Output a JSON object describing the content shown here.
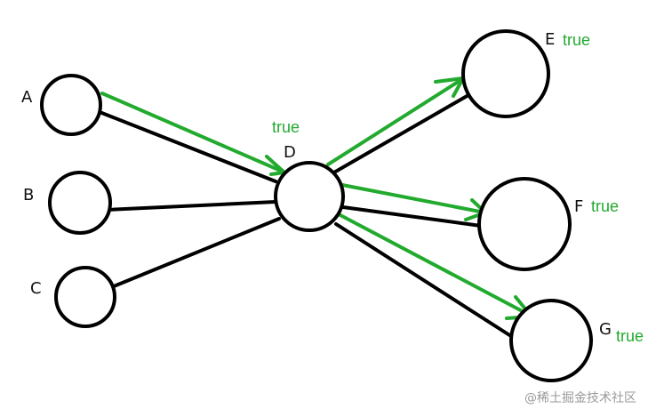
{
  "colors": {
    "edge": "#000000",
    "flow": "#22aa2e",
    "node_fill": "#ffffff",
    "node_stroke": "#000000",
    "watermark": "#9a9a9a"
  },
  "nodes": {
    "a": {
      "label": "A"
    },
    "b": {
      "label": "B"
    },
    "c": {
      "label": "C"
    },
    "d": {
      "label": "D",
      "flag": "true"
    },
    "e": {
      "label": "E",
      "flag": "true"
    },
    "f": {
      "label": "F",
      "flag": "true"
    },
    "g": {
      "label": "G",
      "flag": "true"
    }
  },
  "edges": [
    {
      "from": "A",
      "to": "D"
    },
    {
      "from": "B",
      "to": "D"
    },
    {
      "from": "C",
      "to": "D"
    },
    {
      "from": "D",
      "to": "E"
    },
    {
      "from": "D",
      "to": "F"
    },
    {
      "from": "D",
      "to": "G"
    }
  ],
  "flows": [
    {
      "from": "A",
      "to": "D"
    },
    {
      "from": "D",
      "to": "E"
    },
    {
      "from": "D",
      "to": "F"
    },
    {
      "from": "D",
      "to": "G"
    }
  ],
  "watermark": {
    "text": "@稀土掘金技术社区"
  }
}
